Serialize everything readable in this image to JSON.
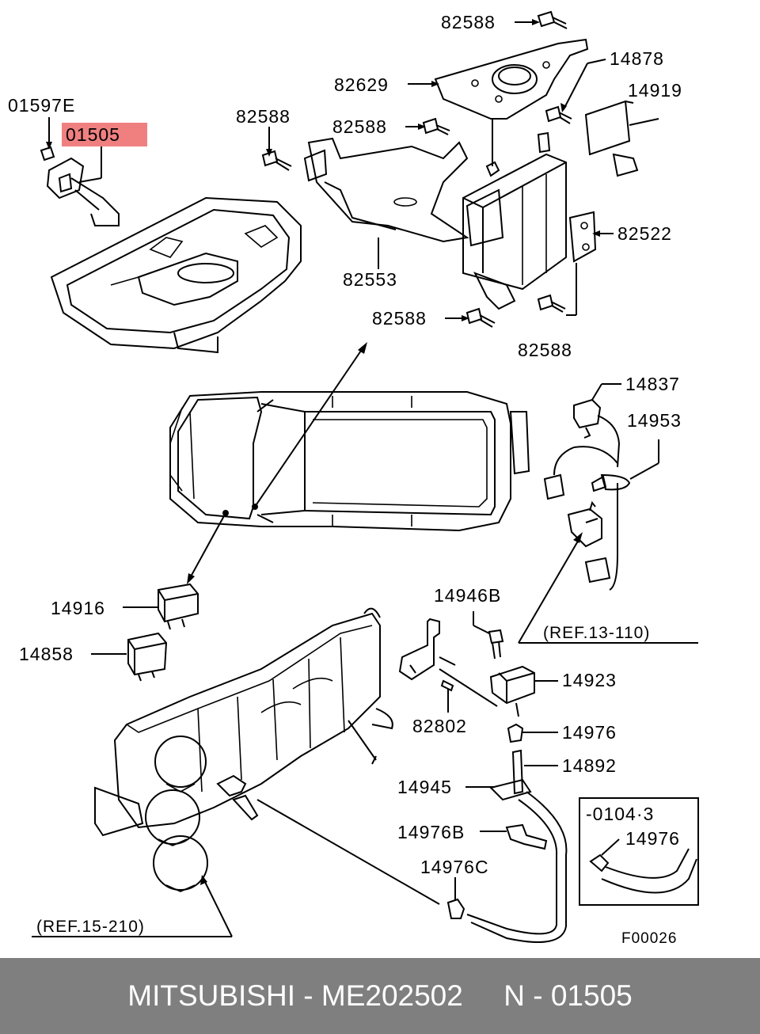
{
  "diagram": {
    "highlight_color": "#f08080",
    "labels": {
      "p82588_top": "82588",
      "p82629": "82629",
      "p14878": "14878",
      "p14919": "14919",
      "p01597E": "01597E",
      "p01505": "01505",
      "p82588_l": "82588",
      "p82588_m": "82588",
      "p82522": "82522",
      "p82553": "82553",
      "p82588_b1": "82588",
      "p82588_b2": "82588",
      "p14837": "14837",
      "p14953": "14953",
      "p14916": "14916",
      "p14858": "14858",
      "p14946B": "14946B",
      "p14923": "14923",
      "p82802": "82802",
      "p14976": "14976",
      "p14892": "14892",
      "p14945": "14945",
      "p14976B": "14976B",
      "p14976C": "14976C",
      "p14976_inset": "14976"
    },
    "refs": {
      "ref_13_110": "(REF.13-110)",
      "ref_15_210": "(REF.15-210)"
    },
    "inset_title": "-0104·3",
    "figure_code": "F00026"
  },
  "footer": {
    "text": "MITSUBISHI - ME202502     N - 01505"
  }
}
